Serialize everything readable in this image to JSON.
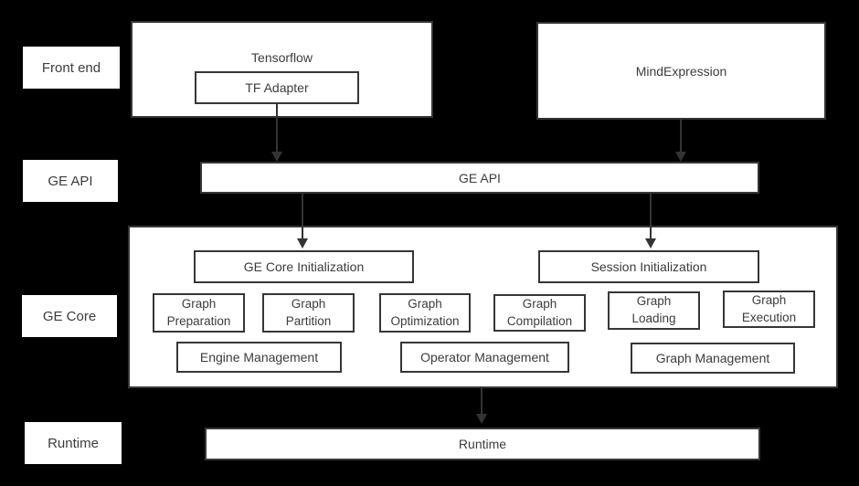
{
  "colors": {
    "background": "#000000",
    "box_fill": "#ffffff",
    "border": "#363636",
    "text": "#3c3c3c",
    "arrow": "#333333"
  },
  "row_labels": {
    "front_end": "Front end",
    "ge_api": "GE API",
    "ge_core": "GE Core",
    "runtime": "Runtime"
  },
  "front_end": {
    "tensorflow": "Tensorflow",
    "tf_adapter": "TF Adapter",
    "mindexpression": "MindExpression"
  },
  "ge_api_bar": "GE API",
  "ge_core": {
    "init": [
      "GE Core Initialization",
      "Session Initialization"
    ],
    "modules": [
      "Graph\nPreparation",
      "Graph\nPartition",
      "Graph\nOptimization",
      "Graph\nCompilation",
      "Graph\nLoading",
      "Graph\nExecution"
    ],
    "management": [
      "Engine Management",
      "Operator Management",
      "Graph Management"
    ]
  },
  "runtime_bar": "Runtime"
}
